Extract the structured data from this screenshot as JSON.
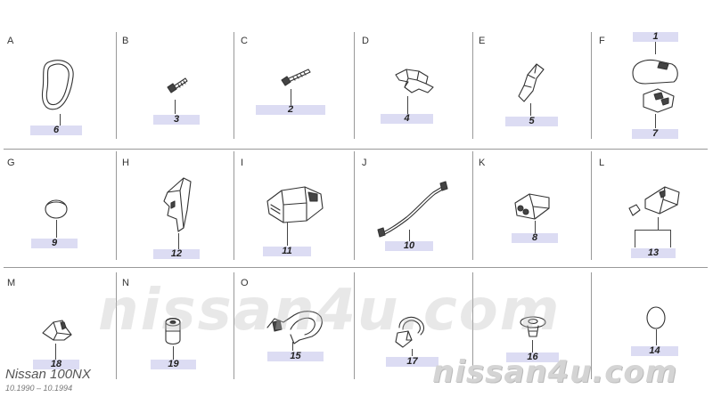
{
  "cells": [
    {
      "letter": "A",
      "numbers": [
        "6"
      ]
    },
    {
      "letter": "B",
      "numbers": [
        "3"
      ]
    },
    {
      "letter": "C",
      "numbers": [
        "2"
      ]
    },
    {
      "letter": "D",
      "numbers": [
        "4"
      ]
    },
    {
      "letter": "E",
      "numbers": [
        "5"
      ]
    },
    {
      "letter": "F",
      "numbers": [
        "1",
        "7"
      ]
    },
    {
      "letter": "G",
      "numbers": [
        "9"
      ]
    },
    {
      "letter": "H",
      "numbers": [
        "12"
      ]
    },
    {
      "letter": "I",
      "numbers": [
        "11"
      ]
    },
    {
      "letter": "J",
      "numbers": [
        "10"
      ]
    },
    {
      "letter": "K",
      "numbers": [
        "8"
      ]
    },
    {
      "letter": "L",
      "numbers": [
        "13"
      ]
    },
    {
      "letter": "M",
      "numbers": [
        "18"
      ]
    },
    {
      "letter": "N",
      "numbers": [
        "19"
      ]
    },
    {
      "letter": "O",
      "numbers": [
        "15"
      ]
    },
    {
      "letter": "",
      "numbers": [
        "17"
      ]
    },
    {
      "letter": "",
      "numbers": [
        "16"
      ]
    },
    {
      "letter": "",
      "numbers": [
        "14"
      ]
    }
  ],
  "watermark": "nissan4u.com",
  "model": {
    "title": "Nissan 100NX",
    "years": "10.1990 – 10.1994"
  }
}
